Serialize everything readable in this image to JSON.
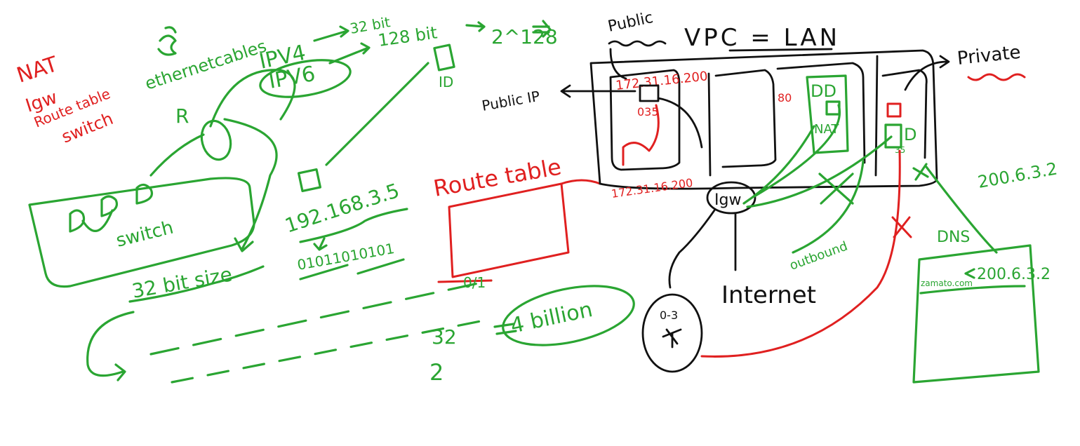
{
  "left_list": {
    "nat": "NAT",
    "igw": "Igw",
    "route_table": "Route table",
    "switch": "switch"
  },
  "ethernet_cables": "ethernetcables",
  "router_label": "R",
  "switch_label": "switch",
  "ipv4": "IPV4",
  "ipv4_bits": "32 bit",
  "ipv6": "IPV6",
  "ipv6_bits": "128 bit",
  "power": "2^128",
  "id_label": "ID",
  "ip_example": "192.168.3.5",
  "binary": "01011010101",
  "size_32bit": "32 bit size",
  "route_table_title": "Route table",
  "route_cidr": "0/1",
  "base_two": "2",
  "exponent_32": "32",
  "four_billion": "4 billion",
  "public_label": "Public",
  "vpc_lan": "VPC = LAN",
  "private_label": "Private",
  "public_ip_label": "Public IP",
  "ip_172_top": "172.31.16.200",
  "ip_172_bottom": "172.31.16.200",
  "port_035": "035",
  "port_80": "80",
  "nat_label": "NAT",
  "port_35": "35",
  "igw_label": "Igw",
  "internet": "Internet",
  "outbound": "outbound",
  "dns": "DNS",
  "dns_ip_right": "200.6.3.2",
  "dns_entry_name": "zamato.com",
  "dns_entry_ip": "200.6.3.2",
  "client_port": "0-3",
  "colors": {
    "green": "#2aa532",
    "red": "#e02020",
    "black": "#111111"
  }
}
